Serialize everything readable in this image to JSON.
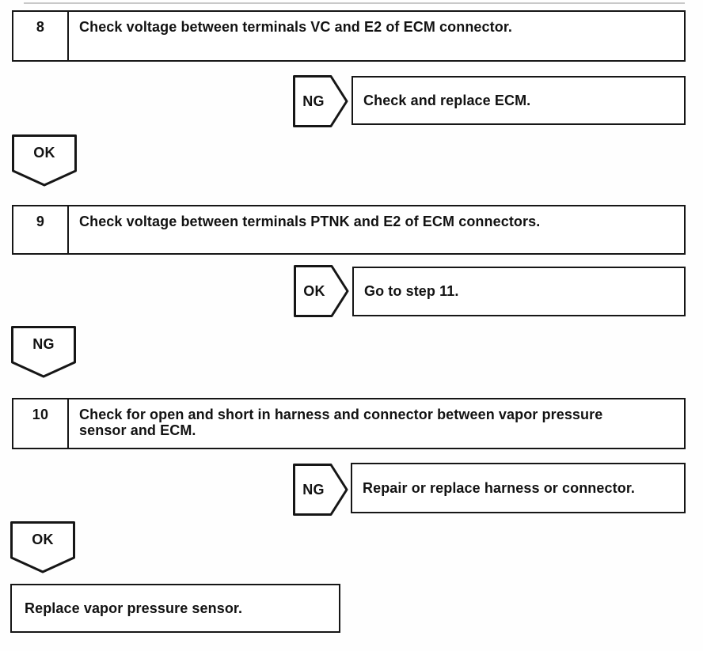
{
  "palette": {
    "ink": "#161616",
    "paper": "#ffffff"
  },
  "flowchart": {
    "steps": [
      {
        "number": "8",
        "text": "Check voltage between terminals VC and E2 of ECM connector."
      },
      {
        "number": "9",
        "text": "Check voltage between terminals PTNK and E2 of ECM connectors."
      },
      {
        "number": "10",
        "text": "Check for open and short in harness and connector between vapor pressure sensor and ECM."
      }
    ],
    "branches": [
      {
        "label": "NG",
        "action": "Check and replace ECM."
      },
      {
        "label": "OK",
        "action": "Go to step 11."
      },
      {
        "label": "NG",
        "action": "Repair or replace harness or connector."
      }
    ],
    "connectors": [
      {
        "label": "OK"
      },
      {
        "label": "NG"
      },
      {
        "label": "OK"
      }
    ],
    "terminal": {
      "text": "Replace vapor pressure sensor."
    }
  }
}
